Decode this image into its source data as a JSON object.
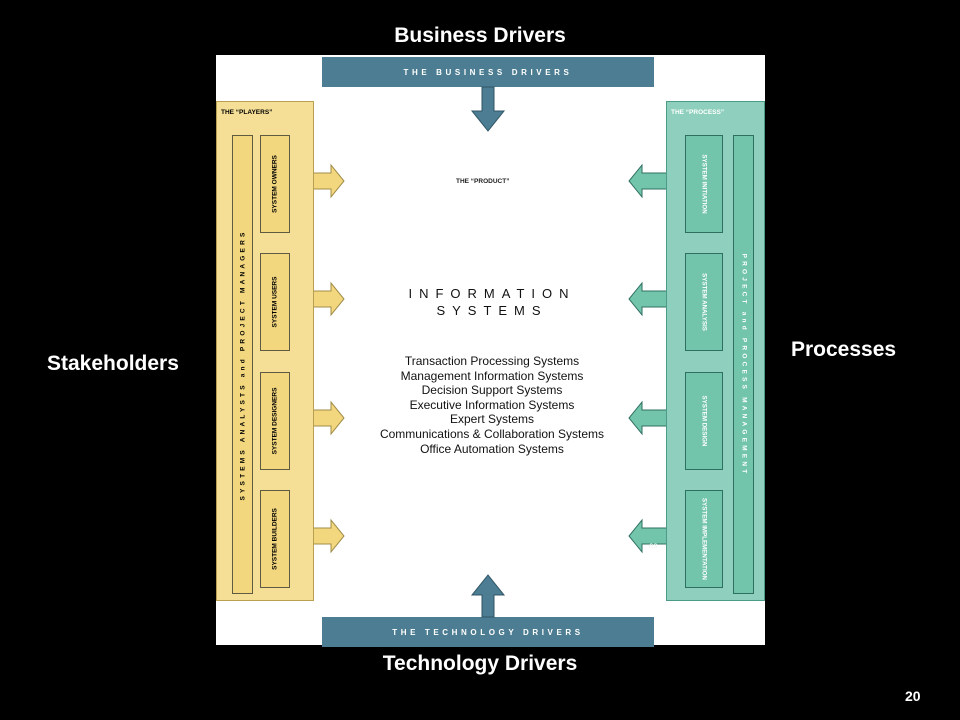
{
  "slide": {
    "top_label": "Business Drivers",
    "bottom_label": "Technology Drivers",
    "left_label": "Stakeholders",
    "right_label": "Processes",
    "page_number": "20"
  },
  "diagram": {
    "business_band": "THE BUSINESS DRIVERS",
    "technology_band": "THE TECHNOLOGY DRIVERS",
    "players": {
      "title": "THE “PLAYERS”",
      "bar": "SYSTEMS ANALYSTS and PROJECT MANAGERS",
      "roles": [
        "SYSTEM OWNERS",
        "SYSTEM USERS",
        "SYSTEM DESIGNERS",
        "SYSTEM BUILDERS"
      ]
    },
    "process": {
      "title": "THE “PROCESS”",
      "bar": "PROJECT and PROCESS MANAGEMENT",
      "phases": [
        "SYSTEM INITIATION",
        "SYSTEM ANALYSIS",
        "SYSTEM DESIGN",
        "SYSTEM IMPLEMENTATION"
      ]
    },
    "product": {
      "title": "THE “PRODUCT”",
      "name_line1": "INFORMATION",
      "name_line2": "SYSTEMS",
      "types": [
        "Transaction Processing Systems",
        "Management Information Systems",
        "Decision Support Systems",
        "Executive Information Systems",
        "Expert Systems",
        "Communications & Collaboration Systems",
        "Office Automation Systems"
      ]
    },
    "faint_text": "es"
  },
  "colors": {
    "background": "#000000",
    "driver_band": "#4c7d92",
    "players_fill": "#f5df96",
    "players_accent": "#f3d77e",
    "process_fill": "#8ed0bd",
    "process_accent": "#72c4ab"
  }
}
